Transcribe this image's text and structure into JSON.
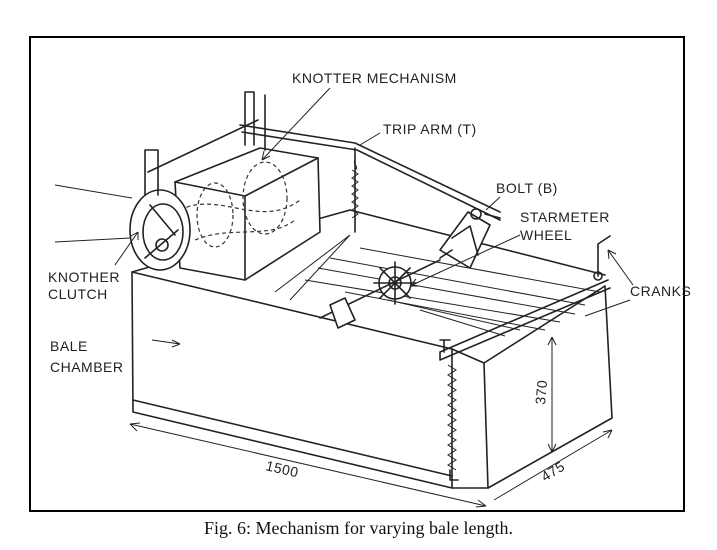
{
  "figure": {
    "caption": "Fig. 6: Mechanism for varying bale length.",
    "labels": {
      "knotter_mechanism": "KNOTTER MECHANISM",
      "trip_arm": "TRIP ARM (T)",
      "bolt": "BOLT (B)",
      "starmeter_line1": "STARMETER",
      "starmeter_line2": "WHEEL",
      "knotter_clutch_line1": "KNOTHER",
      "knotter_clutch_line2": "CLUTCH",
      "cranks": "CRANKS",
      "bale_chamber_line1": "BALE",
      "bale_chamber_line2": "CHAMBER",
      "length_dim": "1500",
      "height_dim": "370",
      "width_dim": "475"
    }
  }
}
